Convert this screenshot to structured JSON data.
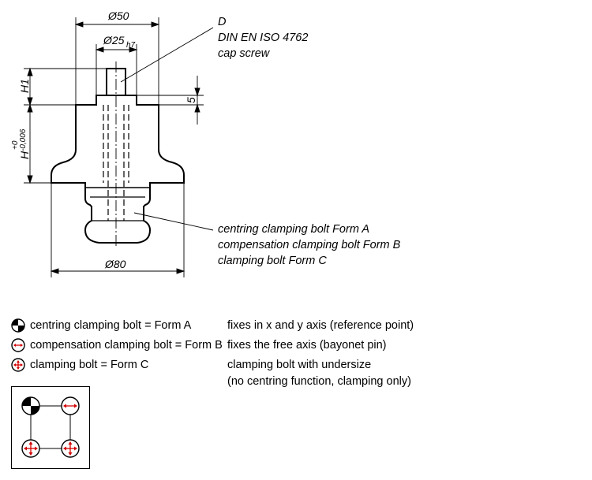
{
  "drawing": {
    "dim_d50": "Ø50",
    "dim_d25": "Ø25",
    "dim_d25_tol": "h7",
    "dim_d80": "Ø80",
    "dim_h1": "H1",
    "dim_h": "H",
    "dim_h_tol_upper": "+0",
    "dim_h_tol_lower": "-0,006",
    "dim_5": "5",
    "screw_note": [
      "D",
      "DIN EN ISO 4762",
      "cap screw"
    ],
    "bolt_note": [
      "centring clamping bolt Form A",
      "compensation clamping bolt Form B",
      "clamping bolt Form C"
    ]
  },
  "legend": [
    {
      "icon": "half-filled-circle-icon",
      "label": "centring clamping bolt = Form A",
      "description": "fixes in x and y axis (reference point)"
    },
    {
      "icon": "horizontal-arrow-circle-icon",
      "label": "compensation clamping bolt = Form B",
      "description": "fixes the free axis (bayonet pin)"
    },
    {
      "icon": "cross-arrow-circle-icon",
      "label": "clamping bolt = Form C",
      "description": "clamping bolt with undersize",
      "description_2": "(no centring function, clamping only)"
    }
  ],
  "colors": {
    "arrow_red": "#d40000",
    "line": "#000000"
  }
}
